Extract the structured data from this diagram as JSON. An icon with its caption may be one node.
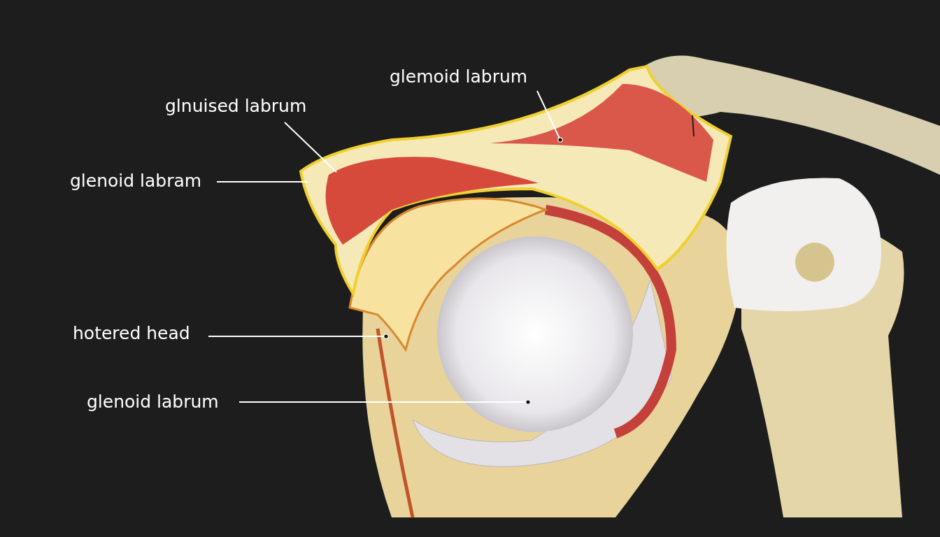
{
  "diagram": {
    "nodes": [
      {
        "text": [
          "glemoid labrum"
        ]
      },
      {
        "text": [
          "glnuised labrum"
        ]
      },
      {
        "text": [
          "glenoid labram"
        ]
      },
      {
        "text": [
          "hotered head"
        ]
      },
      {
        "text": [
          "glenoid labrum"
        ]
      }
    ],
    "edges": [
      {
        "from": 0,
        "to": null,
        "arrow": "other"
      },
      {
        "from": 1,
        "to": null,
        "arrow": "none"
      },
      {
        "from": 2,
        "to": null,
        "arrow": "none"
      },
      {
        "from": 3,
        "to": null,
        "arrow": "other"
      },
      {
        "from": 4,
        "to": null,
        "arrow": "other"
      }
    ]
  }
}
